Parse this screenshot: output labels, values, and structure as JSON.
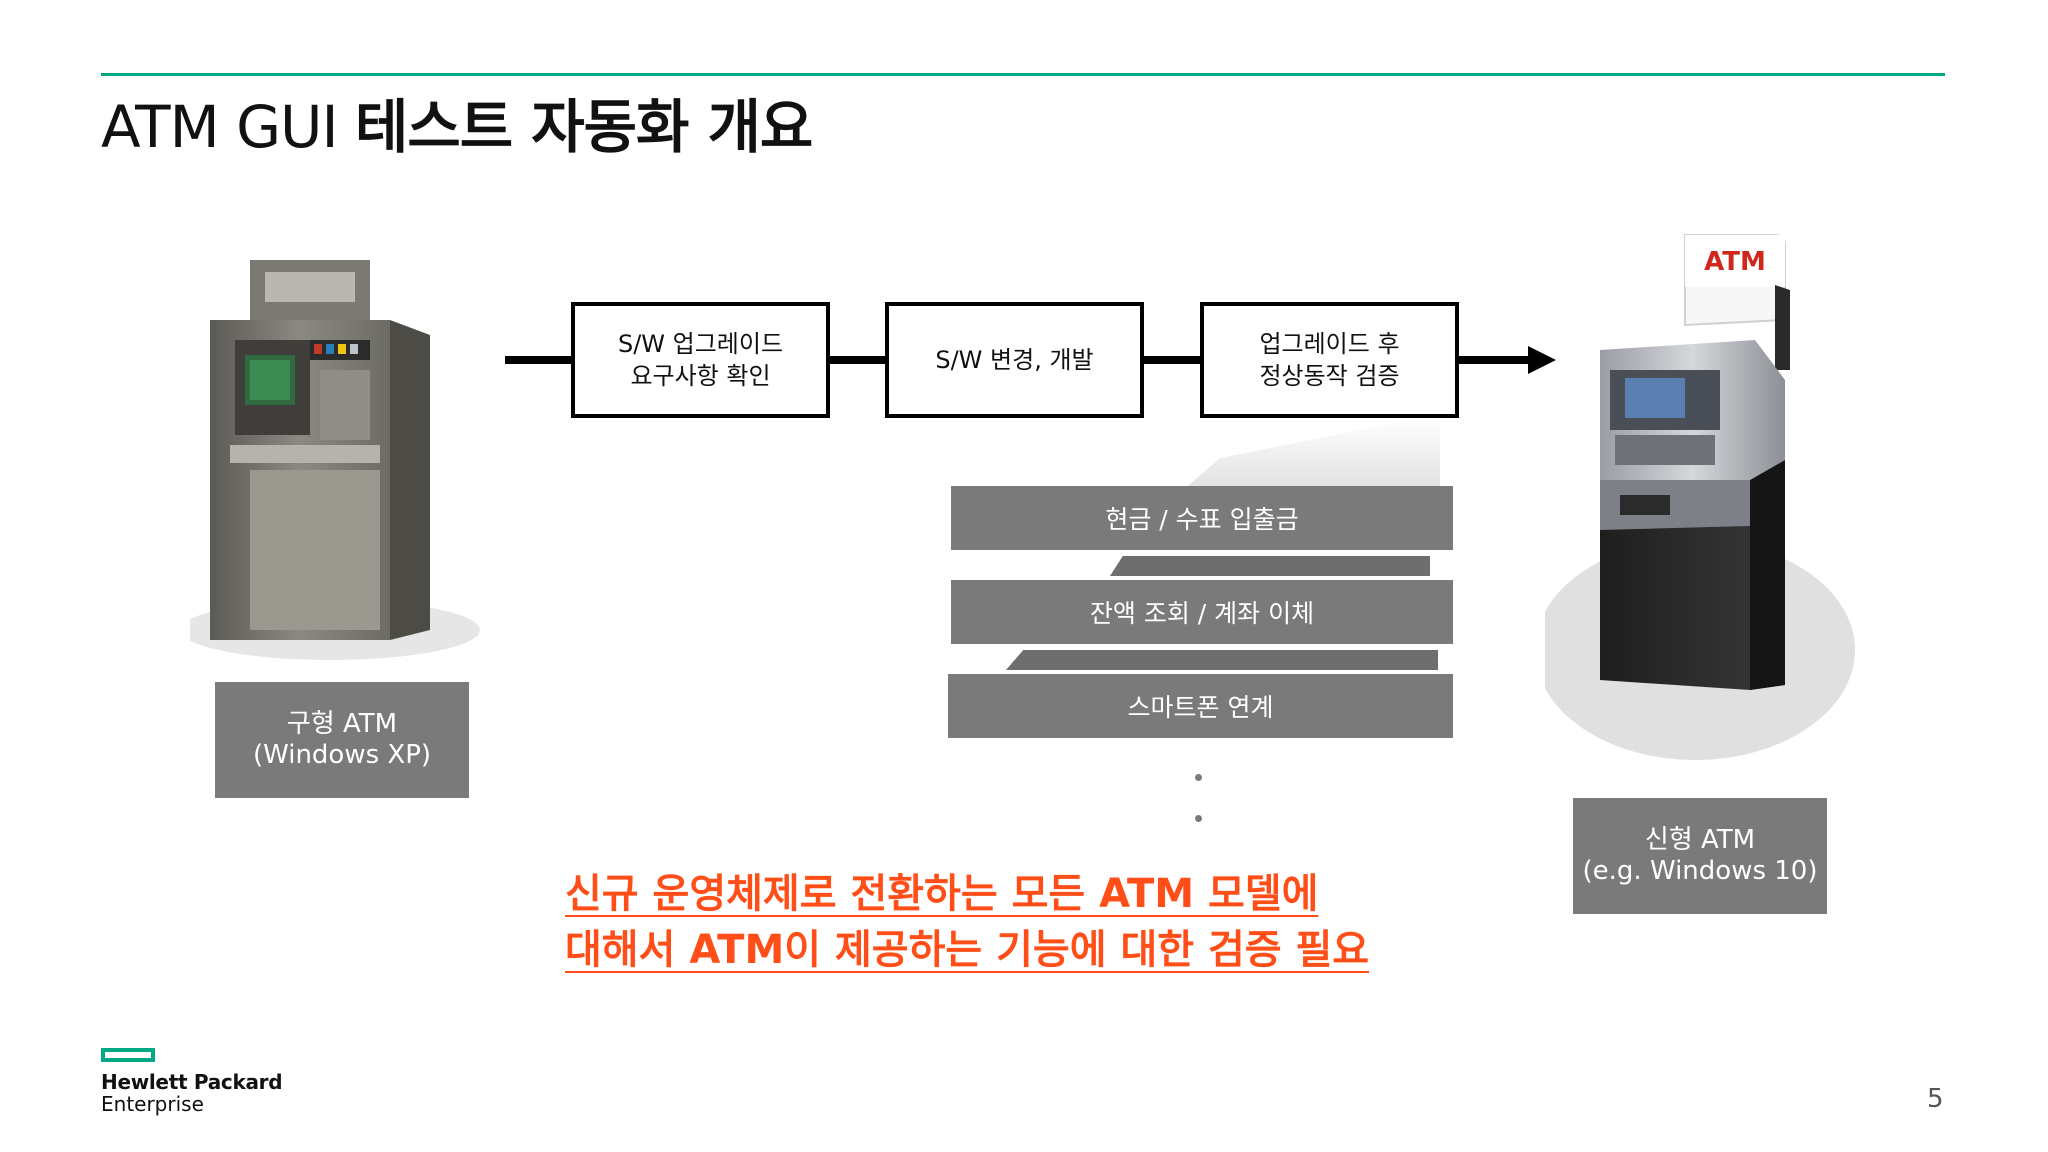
{
  "slide": {
    "title_latin": "ATM GUI ",
    "title_korean": "테스트 자동화 개요",
    "old_atm": {
      "line1": "구형 ATM",
      "line2": "(Windows XP)"
    },
    "new_atm": {
      "line1": "신형 ATM",
      "line2": "(e.g. Windows 10)",
      "sign": "ATM"
    },
    "process_steps": [
      {
        "line1": "S/W 업그레이드",
        "line2": "요구사항 확인"
      },
      {
        "line1": "S/W 변경, 개발",
        "line2": ""
      },
      {
        "line1": "업그레이드 후",
        "line2": "정상동작 검증"
      }
    ],
    "features": [
      "현금 / 수표 입출금",
      "잔액 조회 / 계좌 이체",
      "스마트폰 연계"
    ],
    "callout": {
      "line1": "신규 운영체제로 전환하는 모든 ATM 모델에",
      "line2": "대해서 ATM이 제공하는 기능에 대한 검증 필요"
    },
    "page_number": "5"
  },
  "branding": {
    "line1": "Hewlett Packard",
    "line2": "Enterprise",
    "accent_color": "#01a982"
  },
  "colors": {
    "callout": "#ff4e18",
    "label_gray": "#7a7a7b"
  }
}
